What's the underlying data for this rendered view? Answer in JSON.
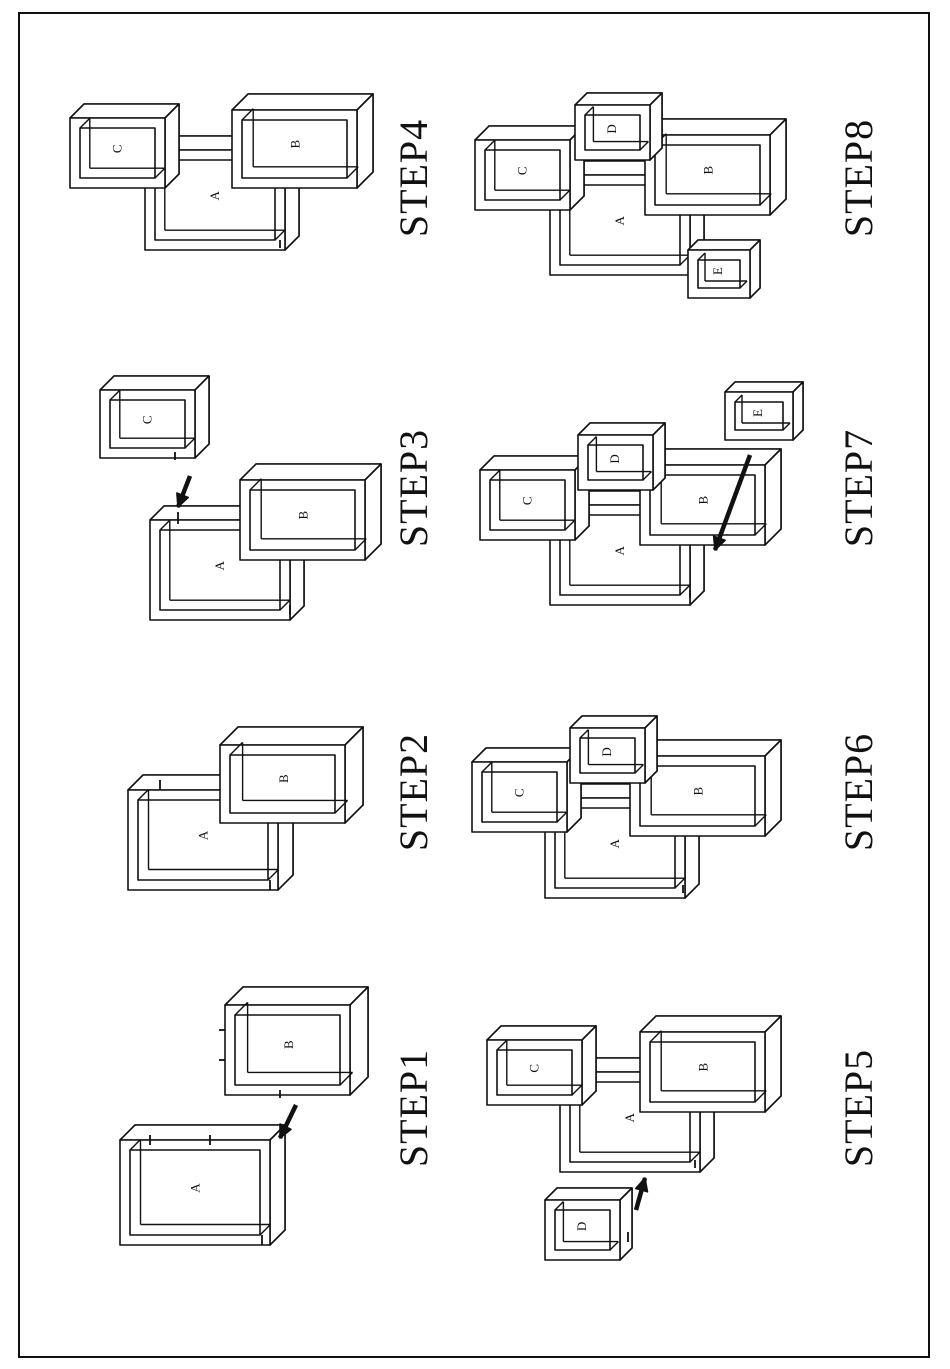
{
  "diagram": {
    "steps": [
      {
        "id": "step1",
        "title": "STEP1"
      },
      {
        "id": "step2",
        "title": "STEP2"
      },
      {
        "id": "step3",
        "title": "STEP3"
      },
      {
        "id": "step4",
        "title": "STEP4"
      },
      {
        "id": "step5",
        "title": "STEP5"
      },
      {
        "id": "step6",
        "title": "STEP6"
      },
      {
        "id": "step7",
        "title": "STEP7"
      },
      {
        "id": "step8",
        "title": "STEP8"
      }
    ],
    "panel_labels": {
      "a": "A",
      "b": "B",
      "c": "C",
      "d": "D",
      "e": "E"
    },
    "colors": {
      "line": "#111111",
      "background": "#ffffff"
    }
  }
}
